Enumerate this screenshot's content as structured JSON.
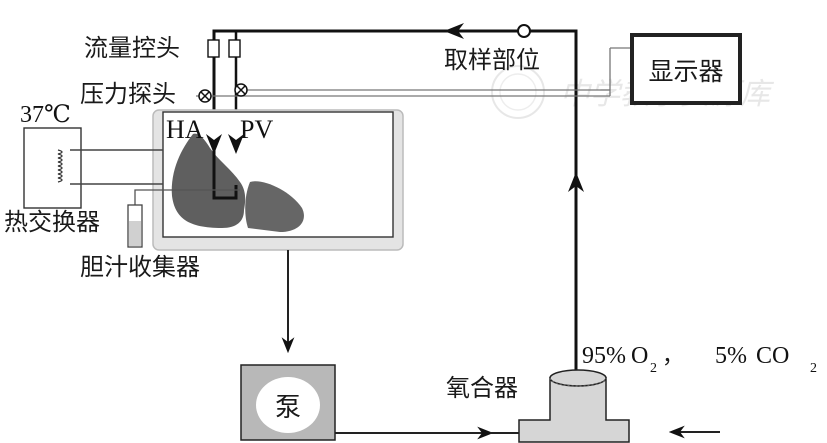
{
  "diagram": {
    "title": "离体肝脏灌注装置示意图",
    "labels": {
      "flow_probe": "流量控头",
      "pressure_probe": "压力探头",
      "temperature": "37℃",
      "heat_exchanger": "热交换器",
      "hepatic_artery": "HA",
      "portal_vein": "PV",
      "bile_collector": "胆汁收集器",
      "sampling_site": "取样部位",
      "display": "显示器",
      "pump": "泵",
      "oxygenator": "氧合器",
      "gas_o2_pct": "95%",
      "gas_o2_formula": "O",
      "gas_o2_sub": "2",
      "gas_sep": "，",
      "gas_co2_pct": "5%",
      "gas_co2_formula": "CO",
      "gas_co2_sub": "2"
    },
    "watermark": "中学教学资源库",
    "colors": {
      "line": "#111111",
      "signal_line": "#777777",
      "liver": "#5f5f5f",
      "chamber_frame": "#d9d9d9",
      "oxygenator_fill": "#d6d6d6",
      "pump_fill": "#b8b8b8",
      "bile_fill": "#d0d0d0"
    }
  }
}
